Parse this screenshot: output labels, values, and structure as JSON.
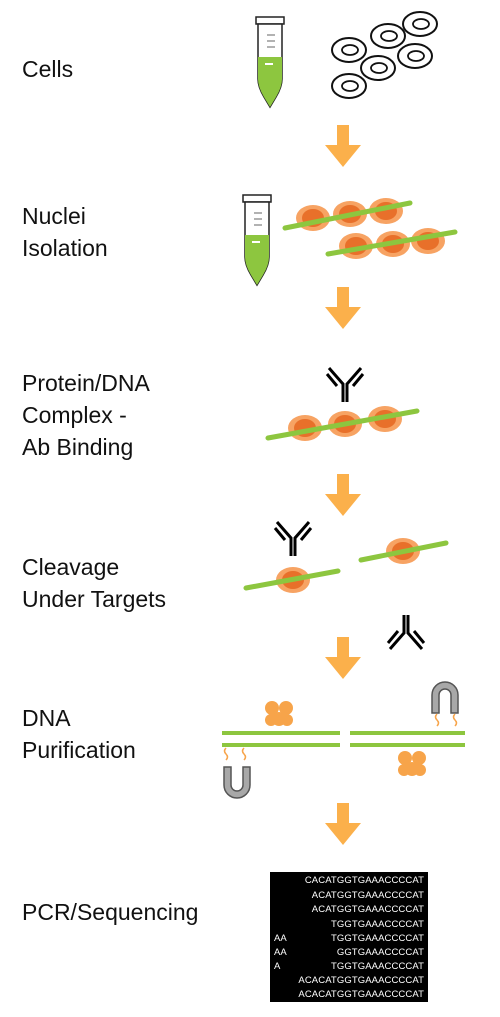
{
  "colors": {
    "arrow": "#fbb04b",
    "green": "#8dc63f",
    "nucleosome_outer": "#f7a363",
    "nucleosome_inner": "#e8702a",
    "bead": "#f7a44a",
    "magnet": "#9a9a9a",
    "tube_liquid": "#8dc63f"
  },
  "steps": [
    {
      "id": "cells",
      "lines": [
        "Cells"
      ]
    },
    {
      "id": "nuclei",
      "lines": [
        "Nuclei",
        "Isolation"
      ]
    },
    {
      "id": "binding",
      "lines": [
        "Protein/DNA",
        "Complex -",
        "Ab Binding"
      ]
    },
    {
      "id": "cleavage",
      "lines": [
        "Cleavage",
        "Under Targets"
      ]
    },
    {
      "id": "purification",
      "lines": [
        "DNA",
        "Purification"
      ]
    },
    {
      "id": "pcr",
      "lines": [
        "PCR/Sequencing"
      ]
    }
  ],
  "sequences": [
    "CACATGGTGAAACCCCAT",
    "ACATGGTGAAACCCCAT",
    "ACATGGTGAAACCCCAT",
    "TGGTGAAACCCCAT",
    "TGGTGAAACCCCAT",
    "GGTGAAACCCCAT",
    "TGGTGAAACCCCAT",
    "ACACATGGTGAAACCCCAT",
    "ACACATGGTGAAACCCCAT"
  ],
  "sequence_left_fragments": [
    "AA",
    "AA",
    "A"
  ]
}
